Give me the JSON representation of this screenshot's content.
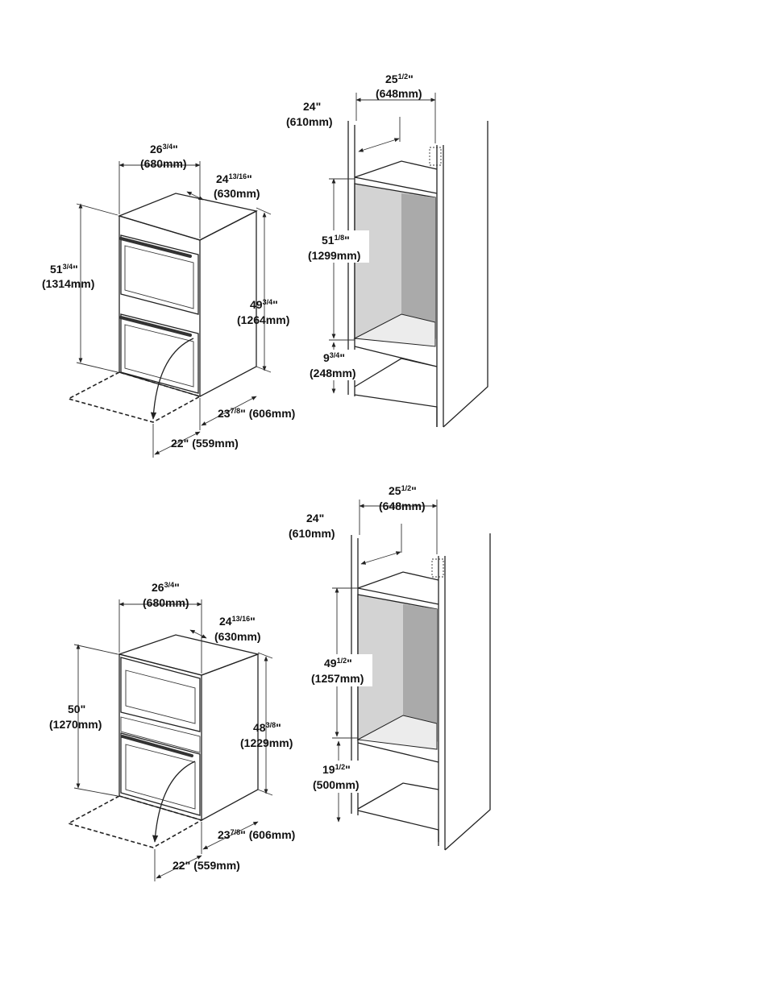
{
  "diagrams": [
    {
      "id": "top",
      "oven": {
        "width": {
          "main": "26",
          "frac": "3/4",
          "unit": "\"",
          "mm": "(680mm)"
        },
        "depth": {
          "main": "24",
          "frac": "13/16",
          "unit": "\"",
          "mm": "(630mm)"
        },
        "overall_height": {
          "main": "51",
          "frac": "3/4",
          "unit": "\"",
          "mm": "(1314mm)"
        },
        "body_height": {
          "main": "49",
          "frac": "3/4",
          "unit": "\"",
          "mm": "(1264mm)"
        },
        "body_depth": {
          "main": "23",
          "frac": "7/8",
          "unit": "\"",
          "mm": "(606mm)"
        },
        "door_clearance": {
          "main": "22",
          "frac": "",
          "unit": "\"",
          "mm": "(559mm)"
        }
      },
      "cabinet": {
        "width": {
          "main": "25",
          "frac": "1/2",
          "unit": "\"",
          "mm": "(648mm)"
        },
        "depth": {
          "main": "24",
          "frac": "",
          "unit": "\"",
          "mm": "(610mm)"
        },
        "cutout_height": {
          "main": "51",
          "frac": "1/8",
          "unit": "\"",
          "mm": "(1299mm)"
        },
        "floor_height": {
          "main": "9",
          "frac": "3/4",
          "unit": "\"",
          "mm": "(248mm)"
        }
      }
    },
    {
      "id": "bottom",
      "oven": {
        "width": {
          "main": "26",
          "frac": "3/4",
          "unit": "\"",
          "mm": "(680mm)"
        },
        "depth": {
          "main": "24",
          "frac": "13/16",
          "unit": "\"",
          "mm": "(630mm)"
        },
        "overall_height": {
          "main": "50",
          "frac": "",
          "unit": "\"",
          "mm": "(1270mm)"
        },
        "body_height": {
          "main": "48",
          "frac": "3/8",
          "unit": "\"",
          "mm": "(1229mm)"
        },
        "body_depth": {
          "main": "23",
          "frac": "7/8",
          "unit": "\"",
          "mm": "(606mm)"
        },
        "door_clearance": {
          "main": "22",
          "frac": "",
          "unit": "\"",
          "mm": "(559mm)"
        }
      },
      "cabinet": {
        "width": {
          "main": "25",
          "frac": "1/2",
          "unit": "\"",
          "mm": "(648mm)"
        },
        "depth": {
          "main": "24",
          "frac": "",
          "unit": "\"",
          "mm": "(610mm)"
        },
        "cutout_height": {
          "main": "49",
          "frac": "1/2",
          "unit": "\"",
          "mm": "(1257mm)"
        },
        "floor_height": {
          "main": "19",
          "frac": "1/2",
          "unit": "\"",
          "mm": "(500mm)"
        }
      }
    }
  ]
}
